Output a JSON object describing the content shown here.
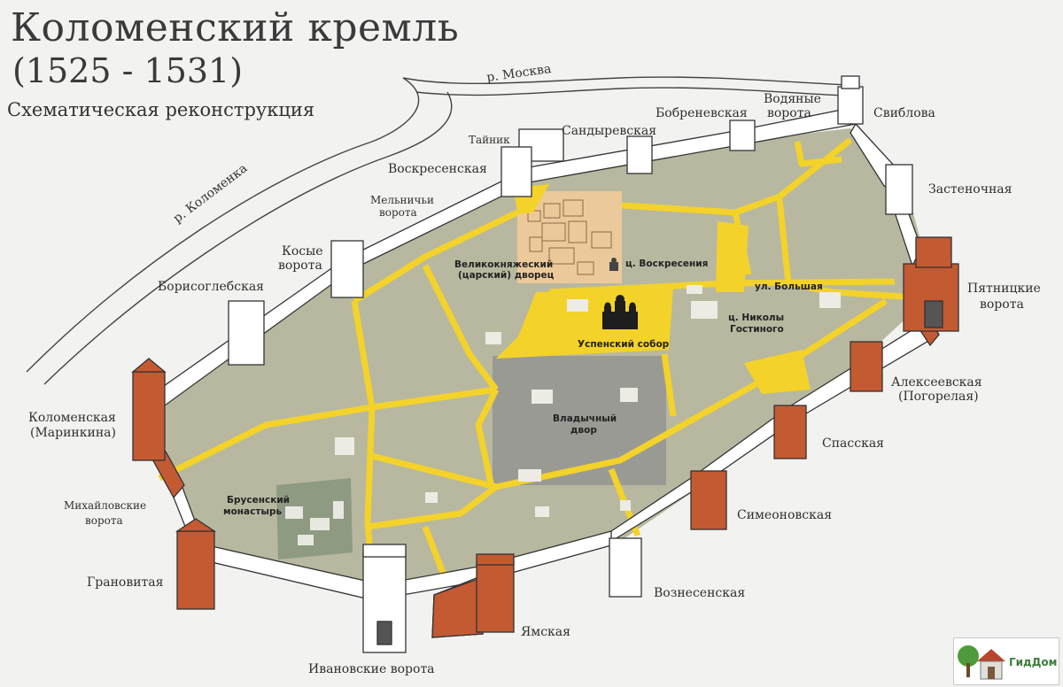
{
  "header": {
    "title": "Коломенский кремль",
    "dates": "(1525 - 1531)",
    "subtitle": "Схематическая реконструкция"
  },
  "rivers": {
    "moskva": "р. Москва",
    "kolomenka": "р. Коломенка"
  },
  "towers": {
    "tainik": "Тайник",
    "sandyrevskaya": "Сандыревская",
    "bobrenevskaya": "Бобреневская",
    "vodyanye_1": "Водяные",
    "vodyanye_2": "ворота",
    "svibolova": "Свиблова",
    "zastenochnaya": "Застеночная",
    "pyatnitskie_1": "Пятницкие",
    "pyatnitskie_2": "ворота",
    "alekseevskaya_1": "Алексеевская",
    "alekseevskaya_2": "(Погорелая)",
    "spasskaya": "Спасская",
    "simeonovskaya": "Симеоновская",
    "voznesenskaya": "Вознесенская",
    "yamskaya": "Ямская",
    "ivanovskie": "Ивановские ворота",
    "granovitaya": "Грановитая",
    "mikhailovskie_1": "Михайловские",
    "mikhailovskie_2": "ворота",
    "kolomenskaya_1": "Коломенская",
    "kolomenskaya_2": "(Маринкина)",
    "borisoglebskaya": "Борисоглебская",
    "kosye_1": "Косые",
    "kosye_2": "ворота",
    "melnichyi_1": "Мельничьи",
    "melnichyi_2": "ворота",
    "voskresenskaya": "Воскресенская"
  },
  "buildings": {
    "palace_1": "Великокняжеский",
    "palace_2": "(царский) дворец",
    "ts_voskreseniya": "ц. Воскресения",
    "ul_bolshaya": "ул. Большая",
    "uspensky": "Успенский собор",
    "nikoly_1": "ц. Николы",
    "nikoly_2": "Гостиного",
    "vladychny_1": "Владычный",
    "vladychny_2": "двор",
    "brusensky_1": "Брусенский",
    "brusensky_2": "монастырь"
  },
  "logo": {
    "text": "ГидДом"
  },
  "colors": {
    "background": "#f2f3f0",
    "ground": "#b8b8a0",
    "streets": "#f3d22a",
    "wall": "#ffffff",
    "brick": "#c45a32",
    "palace": "#ecc99a",
    "vladychny": "#9a9a94",
    "brusensky": "#8e9a82"
  }
}
